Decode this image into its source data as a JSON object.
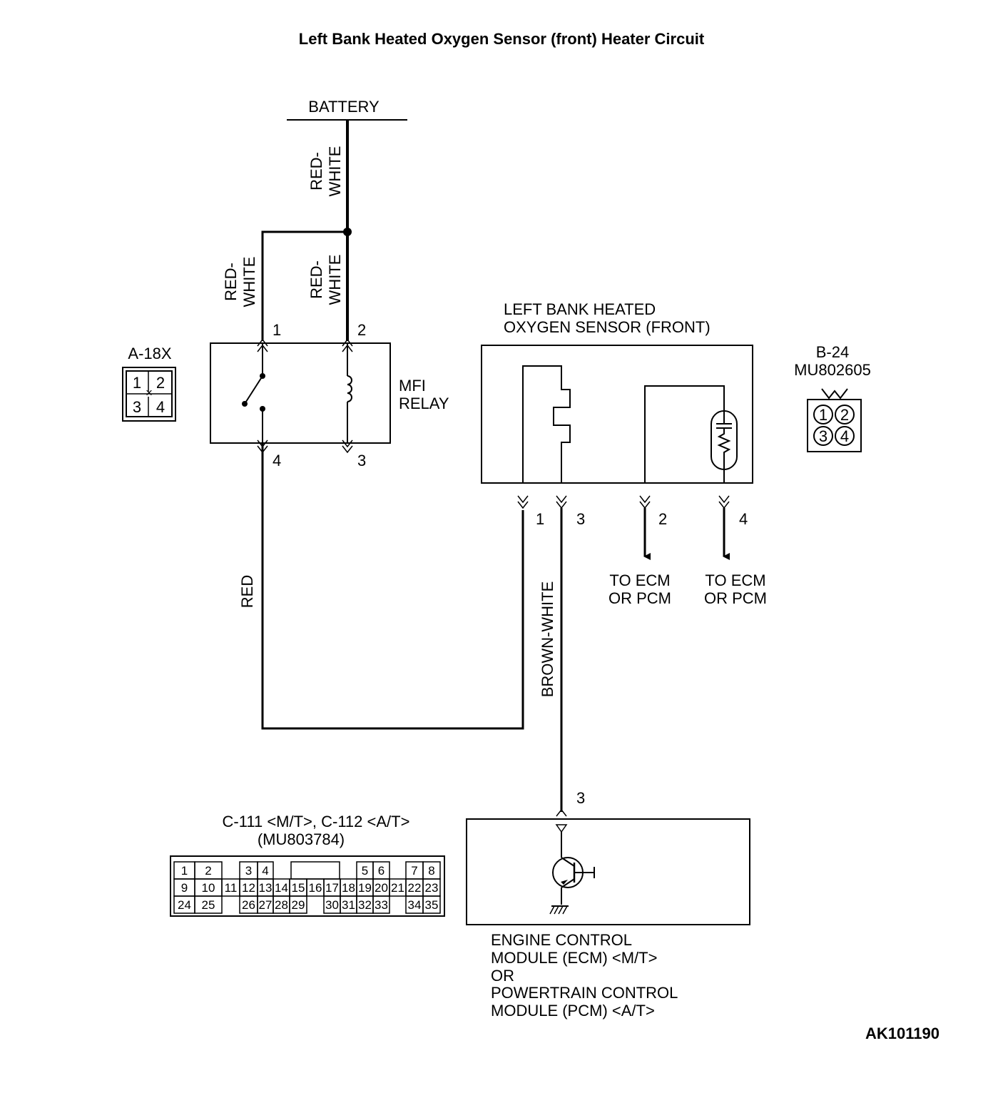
{
  "title": "Left Bank Heated Oxygen Sensor (front) Heater Circuit",
  "battery_label": "BATTERY",
  "wires": {
    "battery_feed": [
      "RED-",
      "WHITE"
    ],
    "relay_pin1": [
      "RED-",
      "WHITE"
    ],
    "relay_pin2": [
      "RED-",
      "WHITE"
    ],
    "red": "RED",
    "brown_white": "BROWN-WHITE"
  },
  "mfi_relay": {
    "label_lines": [
      "MFI",
      "RELAY"
    ],
    "pins": [
      "1",
      "2",
      "4",
      "3"
    ],
    "connector": {
      "id": "A-18X",
      "pins": [
        "1",
        "2",
        "3",
        "4"
      ]
    }
  },
  "sensor": {
    "label_lines": [
      "LEFT BANK HEATED",
      "OXYGEN SENSOR (FRONT)"
    ],
    "pins": [
      "1",
      "3",
      "2",
      "4"
    ],
    "connector": {
      "id": "B-24",
      "part": "MU802605",
      "pins": [
        "1",
        "2",
        "3",
        "4"
      ]
    },
    "to_ecm_a": [
      "TO ECM",
      "OR PCM"
    ],
    "to_ecm_b": [
      "TO ECM",
      "OR PCM"
    ]
  },
  "ecm": {
    "pin": "3",
    "label_lines": [
      "ENGINE CONTROL",
      "MODULE (ECM) <M/T>",
      "OR",
      "POWERTRAIN CONTROL",
      "MODULE (PCM) <A/T>"
    ],
    "connector": {
      "title": "C-111 <M/T>, C-112 <A/T>",
      "part": "(MU803784)",
      "row1": [
        "1",
        "2",
        "",
        "3",
        "4",
        "",
        "",
        "",
        "",
        "",
        "5",
        "6",
        "",
        "7",
        "8"
      ],
      "row2": [
        "9",
        "10",
        "11",
        "12",
        "13",
        "14",
        "15",
        "16",
        "17",
        "18",
        "19",
        "20",
        "21",
        "22",
        "23"
      ],
      "row3": [
        "24",
        "25",
        "",
        "26",
        "27",
        "28",
        "29",
        "",
        "30",
        "31",
        "32",
        "33",
        "",
        "34",
        "35"
      ]
    }
  },
  "figure_code": "AK101190"
}
